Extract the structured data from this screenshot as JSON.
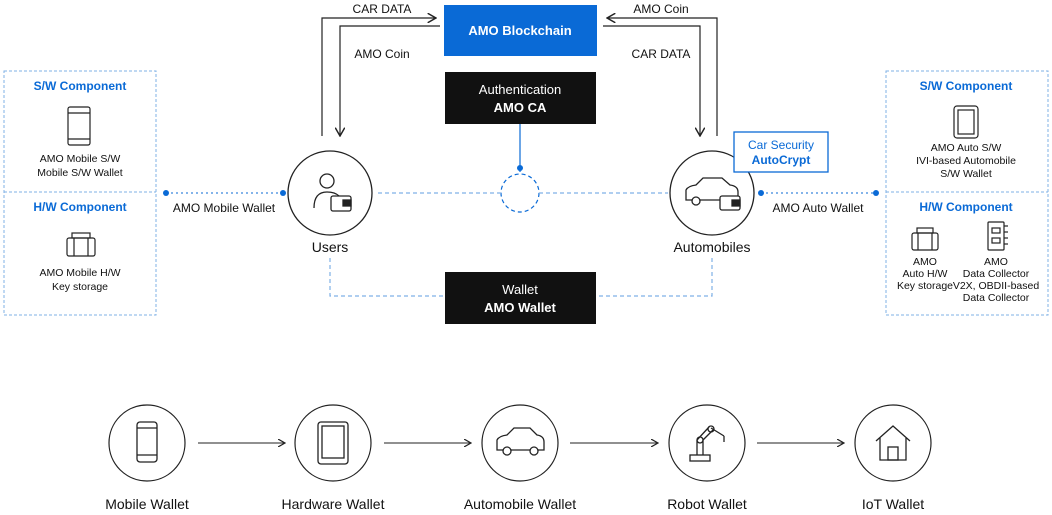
{
  "top": {
    "blockchain_box": "AMO Blockchain",
    "left_upper_arrow_label": "CAR DATA",
    "left_lower_arrow_label": "AMO Coin",
    "right_upper_arrow_label": "AMO Coin",
    "right_lower_arrow_label": "CAR DATA"
  },
  "auth_box": {
    "line1": "Authentication",
    "line2": "AMO CA"
  },
  "wallet_box": {
    "line1": "Wallet",
    "line2": "AMO Wallet"
  },
  "security_badge": {
    "line1": "Car Security",
    "line2": "AutoCrypt"
  },
  "nodes": {
    "users": "Users",
    "automobiles": "Automobiles",
    "users_link": "AMO Mobile Wallet",
    "auto_link": "AMO Auto Wallet"
  },
  "left_panel": {
    "sw_title": "S/W Component",
    "sw_line1": "AMO Mobile S/W",
    "sw_line2": "Mobile S/W Wallet",
    "hw_title": "H/W Component",
    "hw_line1": "AMO Mobile H/W",
    "hw_line2": "Key storage"
  },
  "right_panel": {
    "sw_title": "S/W Component",
    "sw_line1": "AMO Auto S/W",
    "sw_line2": "IVI-based Automobile",
    "sw_line3": "S/W Wallet",
    "hw_title": "H/W Component",
    "hw_a_line1": "AMO",
    "hw_a_line2": "Auto H/W",
    "hw_a_line3": "Key storage",
    "hw_b_line1": "AMO",
    "hw_b_line2": "Data Collector",
    "hw_b_line3": "V2X, OBDII-based",
    "hw_b_line4": "Data Collector"
  },
  "wallet_flow": [
    "Mobile Wallet",
    "Hardware Wallet",
    "Automobile Wallet",
    "Robot Wallet",
    "IoT Wallet"
  ],
  "icons": [
    "mobile-phone-icon",
    "tablet-icon",
    "car-icon",
    "robot-arm-icon",
    "house-icon",
    "user-wallet-icon",
    "hardware-key-icon",
    "chip-icon"
  ],
  "colors": {
    "accent": "#0a6ad6",
    "box": "#111111",
    "line": "#222222",
    "dashed": "#7fb0e6"
  }
}
